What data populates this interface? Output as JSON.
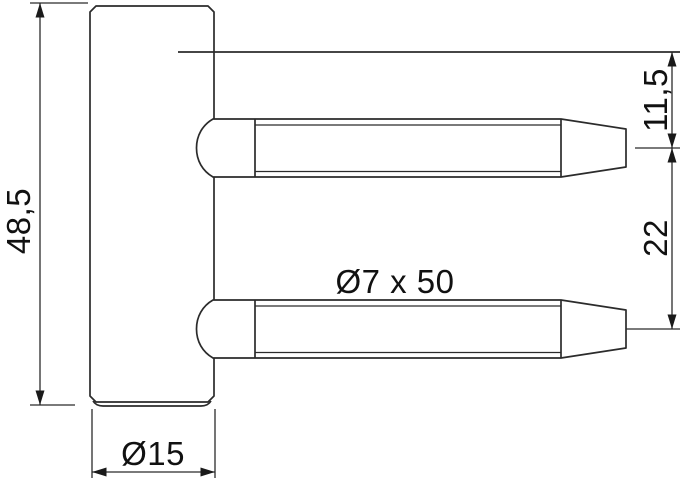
{
  "drawing": {
    "type": "technical-drawing",
    "subject": "hinge part side view with two tapered pins",
    "background_color": "#ffffff",
    "line_color": "#2b2b2b",
    "text_color": "#111111",
    "dimensions": {
      "barrel_height": "48,5",
      "barrel_diameter": "Ø15",
      "pin_spec": "Ø7 x 50",
      "pin_top_offset": "11,5",
      "pin_spacing": "22"
    }
  }
}
